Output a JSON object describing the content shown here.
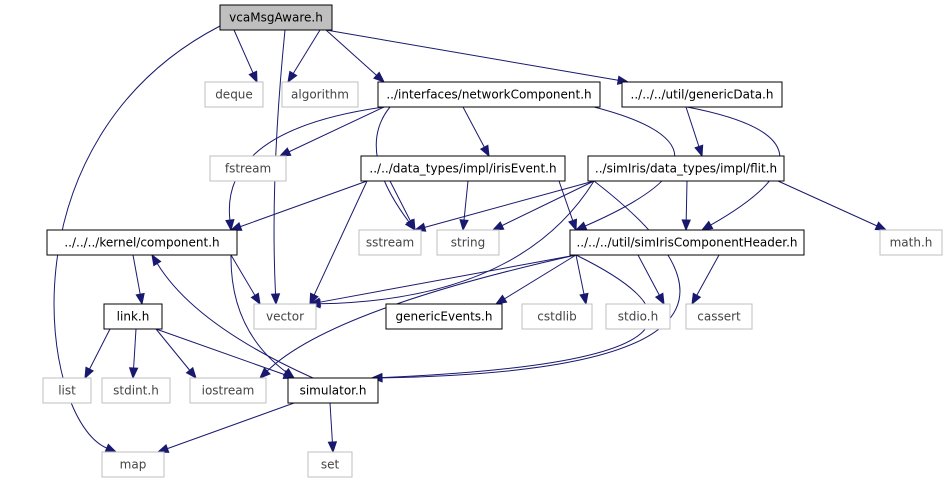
{
  "nodes": [
    {
      "id": "vcaMsgAware",
      "label": "vcaMsgAware.h",
      "kind": "root"
    },
    {
      "id": "deque",
      "label": "deque",
      "kind": "ext"
    },
    {
      "id": "algorithm",
      "label": "algorithm",
      "kind": "ext"
    },
    {
      "id": "networkComponent",
      "label": "../interfaces/networkComponent.h",
      "kind": "doc"
    },
    {
      "id": "genericData",
      "label": "../../../util/genericData.h",
      "kind": "doc"
    },
    {
      "id": "fstream",
      "label": "fstream",
      "kind": "ext"
    },
    {
      "id": "irisEvent",
      "label": "../../data_types/impl/irisEvent.h",
      "kind": "doc"
    },
    {
      "id": "flit",
      "label": "../simIris/data_types/impl/flit.h",
      "kind": "doc"
    },
    {
      "id": "component",
      "label": "../../../kernel/component.h",
      "kind": "doc"
    },
    {
      "id": "sstream",
      "label": "sstream",
      "kind": "ext"
    },
    {
      "id": "string",
      "label": "string",
      "kind": "ext"
    },
    {
      "id": "simIrisComponentHeader",
      "label": "../../../util/simIrisComponentHeader.h",
      "kind": "doc"
    },
    {
      "id": "math",
      "label": "math.h",
      "kind": "ext"
    },
    {
      "id": "vector",
      "label": "vector",
      "kind": "ext"
    },
    {
      "id": "linkh",
      "label": "link.h",
      "kind": "doc"
    },
    {
      "id": "genericEvents",
      "label": "genericEvents.h",
      "kind": "doc"
    },
    {
      "id": "cstdlib",
      "label": "cstdlib",
      "kind": "ext"
    },
    {
      "id": "stdio",
      "label": "stdio.h",
      "kind": "ext"
    },
    {
      "id": "cassert",
      "label": "cassert",
      "kind": "ext"
    },
    {
      "id": "list",
      "label": "list",
      "kind": "ext"
    },
    {
      "id": "stdint",
      "label": "stdint.h",
      "kind": "ext"
    },
    {
      "id": "iostream",
      "label": "iostream",
      "kind": "ext"
    },
    {
      "id": "simulator",
      "label": "simulator.h",
      "kind": "doc"
    },
    {
      "id": "map",
      "label": "map",
      "kind": "ext"
    },
    {
      "id": "set",
      "label": "set",
      "kind": "ext"
    }
  ],
  "edges": [
    [
      "vcaMsgAware",
      "deque"
    ],
    [
      "vcaMsgAware",
      "algorithm"
    ],
    [
      "vcaMsgAware",
      "networkComponent"
    ],
    [
      "vcaMsgAware",
      "genericData"
    ],
    [
      "vcaMsgAware",
      "vector"
    ],
    [
      "vcaMsgAware",
      "map"
    ],
    [
      "networkComponent",
      "fstream"
    ],
    [
      "networkComponent",
      "irisEvent"
    ],
    [
      "networkComponent",
      "component"
    ],
    [
      "networkComponent",
      "sstream"
    ],
    [
      "networkComponent",
      "simIrisComponentHeader"
    ],
    [
      "genericData",
      "flit"
    ],
    [
      "genericData",
      "simIrisComponentHeader"
    ],
    [
      "irisEvent",
      "component"
    ],
    [
      "irisEvent",
      "sstream"
    ],
    [
      "irisEvent",
      "string"
    ],
    [
      "irisEvent",
      "simIrisComponentHeader"
    ],
    [
      "irisEvent",
      "vector"
    ],
    [
      "flit",
      "sstream"
    ],
    [
      "flit",
      "string"
    ],
    [
      "flit",
      "simIrisComponentHeader"
    ],
    [
      "flit",
      "math"
    ],
    [
      "flit",
      "vector"
    ],
    [
      "flit",
      "simulator"
    ],
    [
      "component",
      "linkh"
    ],
    [
      "component",
      "vector"
    ],
    [
      "component",
      "simulator"
    ],
    [
      "simIrisComponentHeader",
      "vector"
    ],
    [
      "simIrisComponentHeader",
      "genericEvents"
    ],
    [
      "simIrisComponentHeader",
      "cstdlib"
    ],
    [
      "simIrisComponentHeader",
      "stdio"
    ],
    [
      "simIrisComponentHeader",
      "cassert"
    ],
    [
      "simIrisComponentHeader",
      "iostream"
    ],
    [
      "simIrisComponentHeader",
      "simulator"
    ],
    [
      "linkh",
      "list"
    ],
    [
      "linkh",
      "stdint"
    ],
    [
      "linkh",
      "iostream"
    ],
    [
      "linkh",
      "simulator"
    ],
    [
      "simulator",
      "component"
    ],
    [
      "simulator",
      "map"
    ],
    [
      "simulator",
      "set"
    ]
  ]
}
